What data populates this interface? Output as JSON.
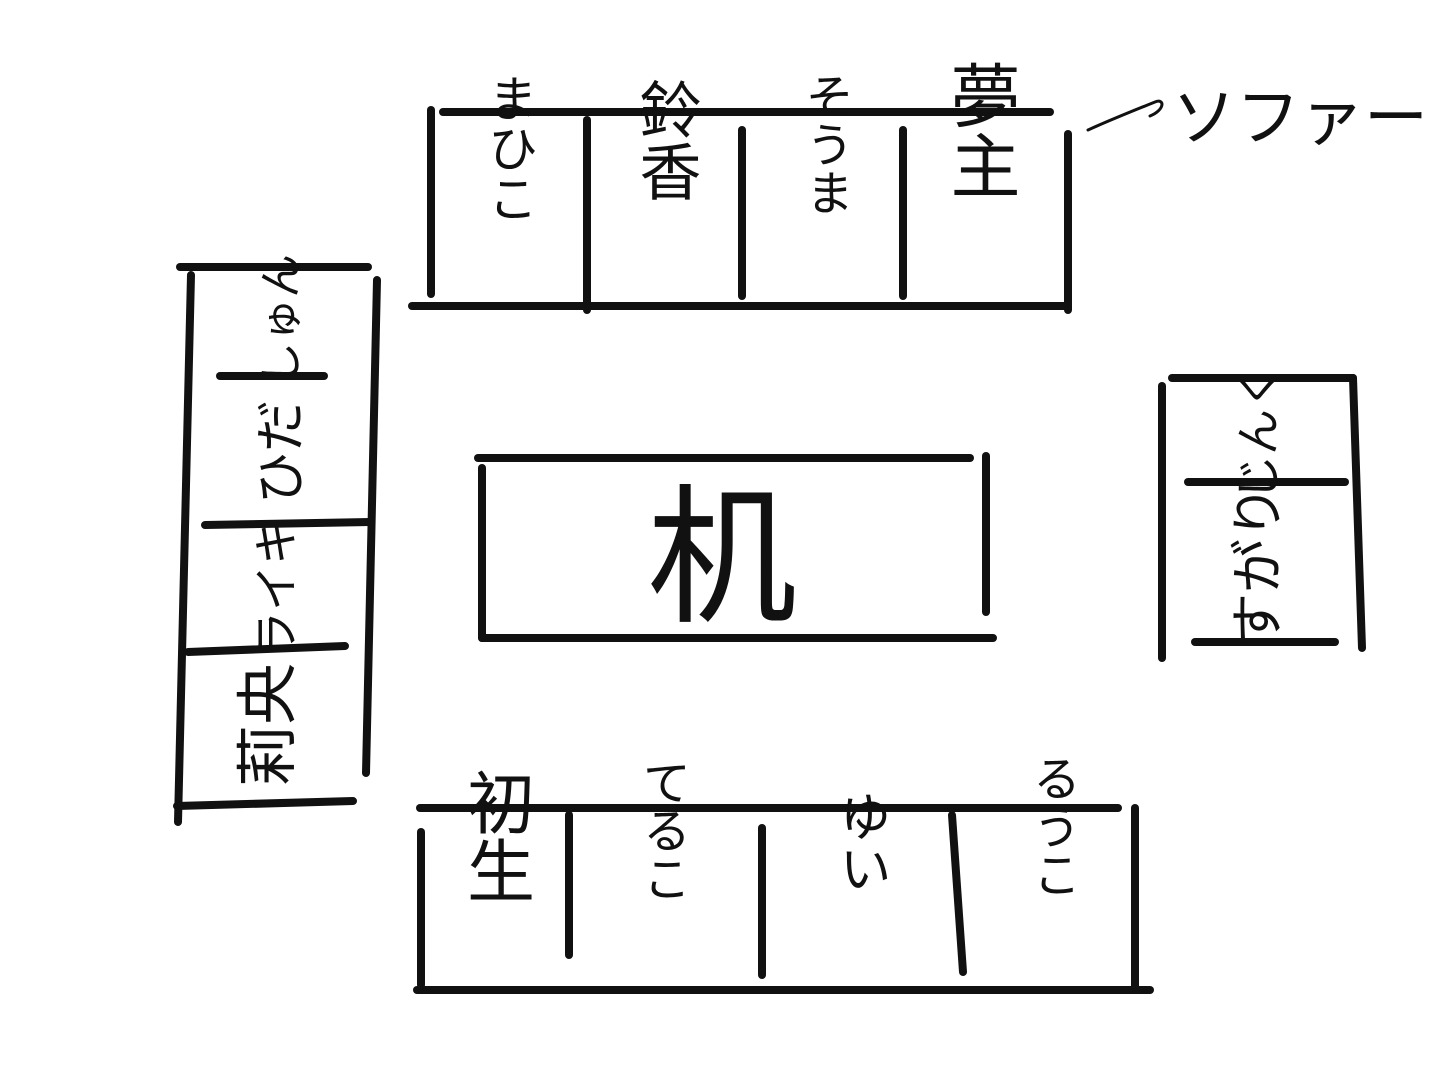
{
  "desk": {
    "label": "机"
  },
  "sofa": {
    "label": "ソファー"
  },
  "top_row": [
    "まひこ",
    "鈴香",
    "そうま",
    "夢主"
  ],
  "left_column": [
    "しゅん",
    "ひだ",
    "ライキ",
    "莉央"
  ],
  "right_column": [
    "じんく",
    "すがり"
  ],
  "bottom_row": [
    "初生",
    "てるこ",
    "ゆい",
    "るうこ"
  ]
}
